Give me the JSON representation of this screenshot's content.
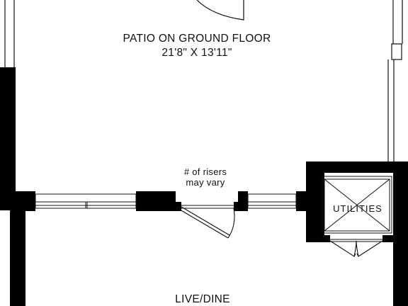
{
  "patio": {
    "name": "PATIO ON GROUND FLOOR",
    "dimensions": "21'8\" X 13'11\""
  },
  "stairs_note": {
    "line1": "# of risers",
    "line2": "may vary"
  },
  "utilities": {
    "label": "UTILITIES"
  },
  "room": {
    "label": "LIVE/DINE"
  },
  "colors": {
    "wall": "#000000",
    "line": "#111111",
    "background": "#ffffff"
  }
}
